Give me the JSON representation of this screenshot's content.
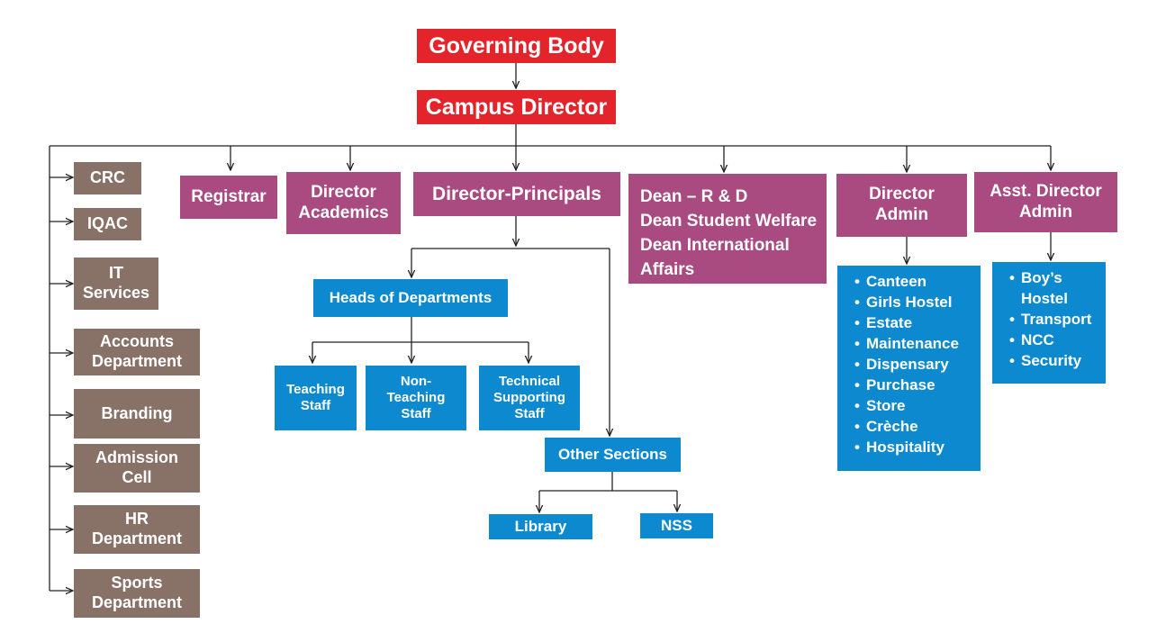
{
  "top": {
    "governing_body": "Governing Body",
    "campus_director": "Campus Director"
  },
  "officers": {
    "registrar": "Registrar",
    "director_academics": [
      "Director",
      "Academics"
    ],
    "director_principals": "Director-Principals",
    "deans": [
      "Dean – R & D",
      "Dean Student Welfare",
      "Dean International",
      "Affairs"
    ],
    "director_admin": [
      "Director",
      "Admin"
    ],
    "asst_director_admin": [
      "Asst. Director",
      "Admin"
    ]
  },
  "cells": {
    "crc": "CRC",
    "iqac": "IQAC",
    "it_services": [
      "IT",
      "Services"
    ],
    "accounts": [
      "Accounts",
      "Department"
    ],
    "branding": "Branding",
    "admission": [
      "Admission",
      "Cell"
    ],
    "hr": [
      "HR",
      "Department"
    ],
    "sports": [
      "Sports",
      "Department"
    ]
  },
  "academic": {
    "hods": "Heads of  Departments",
    "teaching_staff": [
      "Teaching",
      "Staff"
    ],
    "non_teaching_staff": [
      "Non-",
      "Teaching",
      "Staff"
    ],
    "technical_staff": [
      "Technical",
      "Supporting",
      "Staff"
    ],
    "other_sections": "Other Sections",
    "library": "Library",
    "nss": "NSS"
  },
  "admin_list": [
    "Canteen",
    "Girls Hostel",
    "Estate",
    "Maintenance",
    "Dispensary",
    "Purchase",
    "Store",
    "Crèche",
    "Hospitality"
  ],
  "asst_admin_list": [
    "Boy’s",
    "Hostel",
    "Transport",
    "NCC",
    "Security"
  ],
  "colors": {
    "top_level": "#e3242b",
    "officer": "#a94a80",
    "cell": "#887268",
    "unit": "#0d89d0",
    "connector": "#222222"
  }
}
